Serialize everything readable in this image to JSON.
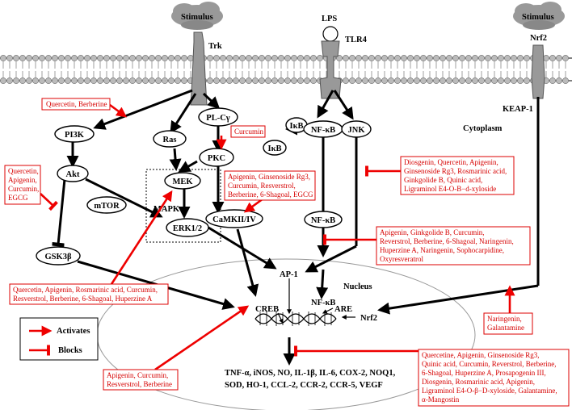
{
  "stimulus_left": "Stimulus",
  "stimulus_right": "Stimulus",
  "lps": "LPS",
  "tlr4": "TLR4",
  "trk": "Trk",
  "nrf2_top": "Nrf2",
  "keap1": "KEAP-1",
  "cytoplasm": "Cytoplasm",
  "nucleus": "Nucleus",
  "nodes": {
    "pi3k": "PI3K",
    "ras": "Ras",
    "plcg": "PL-Cγ",
    "ikb1": "IκB",
    "nfkb1": "NF-κB",
    "ikb2": "IκB",
    "jnk": "JNK",
    "pkc": "PKC",
    "akt": "Akt",
    "mek": "MEK",
    "mtor": "mTOR",
    "mapk": "MAPK",
    "erk": "ERK1/2",
    "camk": "CaMKII/IV",
    "nfkb2": "NF-κB",
    "gsk": "GSK3β",
    "ap1": "AP-1",
    "nfkb3": "NF-κB",
    "creb": "CREB",
    "are": "ARE",
    "nrf2_nuc": "Nrf2"
  },
  "genes": [
    "TNF-α, iNOS, NO, IL-1β, IL-6, COX-2, NOQ1,",
    "SOD, HO-1, CCL-2, CCR-2, CCR-5, VEGF"
  ],
  "legend": {
    "activates": "Activates",
    "blocks": "Blocks"
  },
  "boxes": {
    "quercetin_berberine": [
      "Quercetin, Berberine"
    ],
    "curcumin": [
      "Curcumin"
    ],
    "akt_blockers": [
      "Quercetin,",
      "Apigenin,",
      "Curcumin,",
      "EGCG"
    ],
    "camk_activators": [
      "Apigenin, Ginsenoside Rg3,",
      "Curcumin, Resverstrol,",
      "Berberine, 6-Shagoal, EGCG"
    ],
    "nfkb_blockers": [
      "Diosgenin, Quercetin, Apigenin,",
      "Ginsenoside Rg3, Rosmarinic acid,",
      "Ginkgolide B, Quinic acid,",
      "Ligraminol E4-O-B−d-xyloside"
    ],
    "jnk_blockers": [
      "Apigenin, Ginkgolide B, Curcumin,",
      "Reverstrol, Berberine, 6-Shagoal, Naringenin,",
      "Huperzine A, Naringenin, Sophocarpidine,",
      "Oxyresveratrol"
    ],
    "mek_activators": [
      "Quercetin, Apigenin, Rosmarinic acid, Curcumin,",
      "Resverstrol, Berberine, 6-Shagoal, Huperzine A"
    ],
    "nrf2_activators": [
      "Naringenin,",
      "Galantamine"
    ],
    "creb_activators": [
      "Apigenin, Curcumin,",
      "Resverstrol, Berberine"
    ],
    "gene_blockers": [
      "Quercetine, Apigenin, Ginsenoside Rg3,",
      "Quinic acid, Curcumin, Reverstrol, Berberine,",
      "6-Shagoal, Huperzine A, Prosapogenin III,",
      "Diosgenin, Rosmarinic acid, Apigenin,",
      "Ligraminol E4-O-β−D-xyloside, Galantamine,",
      "α-Mangostin"
    ]
  }
}
